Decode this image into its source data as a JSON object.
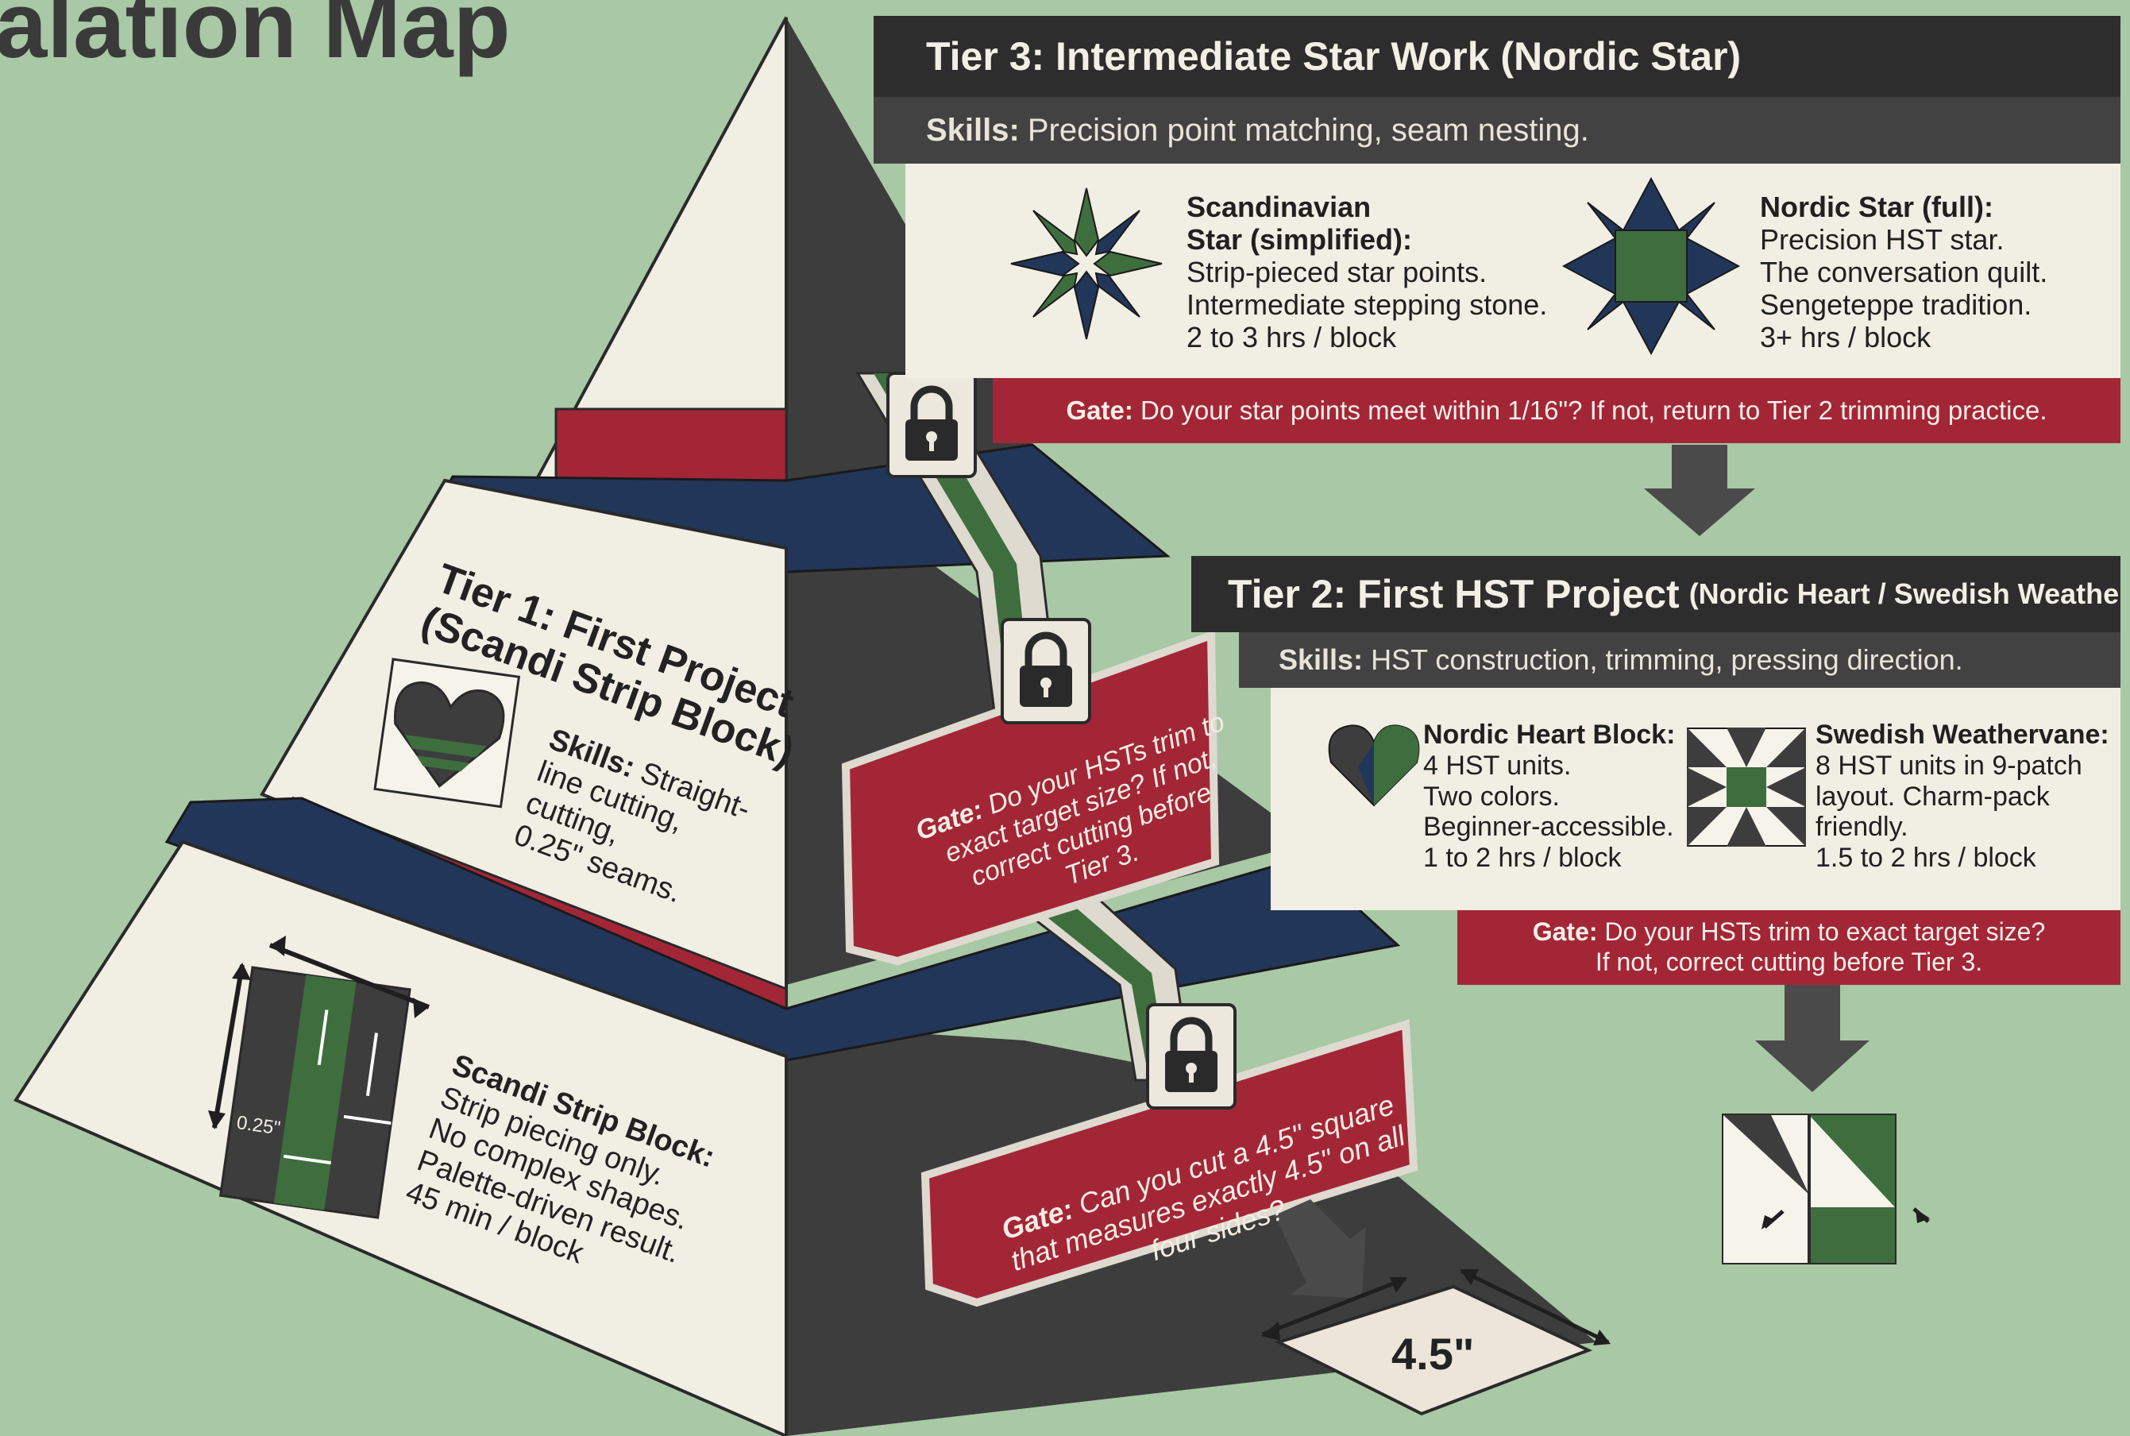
{
  "heading": "calation Map",
  "colors": {
    "background": "#a9c8a5",
    "cream": "#f1eee4",
    "charcoal": "#2d2d2d",
    "dark_grey": "#424242",
    "red": "#a32637",
    "green": "#3e6e3e",
    "navy": "#22365a"
  },
  "tier3": {
    "title": "Tier 3: Intermediate Star Work (Nordic Star)",
    "skills_label": "Skills:",
    "skills_text": "Precision point matching, seam nesting.",
    "block1": {
      "title": "Scandinavian Star (simplified):",
      "lines": [
        "Strip-pieced star points.",
        "Intermediate stepping stone.",
        "2 to 3 hrs / block"
      ]
    },
    "block2": {
      "title": "Nordic Star (full):",
      "lines": [
        "Precision HST star.",
        "The conversation quilt.",
        "Sengeteppe tradition.",
        "3+ hrs / block"
      ]
    },
    "gate_label": "Gate:",
    "gate_text": "Do your star points meet within 1/16\"? If not, return to Tier 2 trimming practice."
  },
  "tier2": {
    "title": "Tier 2: First HST Project",
    "title_sub": "(Nordic Heart / Swedish Weathervane)",
    "skills_label": "Skills:",
    "skills_text": "HST construction, trimming, pressing direction.",
    "block1": {
      "title": "Nordic Heart Block:",
      "lines": [
        "4 HST units.",
        "Two colors.",
        "Beginner-accessible.",
        "1 to 2 hrs / block"
      ]
    },
    "block2": {
      "title": "Swedish Weathervane:",
      "lines": [
        "8 HST units in 9-patch",
        "layout. Charm-pack",
        "friendly.",
        "1.5 to 2 hrs / block"
      ]
    },
    "gate_label": "Gate:",
    "gate_line1": "Do your HSTs trim to exact target size?",
    "gate_line2": "If not, correct cutting before Tier 3."
  },
  "pyramid": {
    "tier1_title_line1": "Tier 1: First Project",
    "tier1_title_line2": "(Scandi Strip Block)",
    "tier1_skills_label": "Skills:",
    "tier1_skills_lines": [
      "Straight-",
      "line cutting,",
      "cutting,",
      "0.25\" seams."
    ],
    "base_block_title": "Scandi Strip Block:",
    "base_block_lines": [
      "Strip piecing only.",
      "No complex shapes.",
      "Palette-driven result.",
      "45 min / block"
    ],
    "seam_label": "0.25\"",
    "gate_upper_label": "Gate:",
    "gate_upper_lines": [
      "Do your HSTs trim to",
      "exact target size? If not,",
      "correct cutting before",
      "Tier 3."
    ],
    "gate_lower_label": "Gate:",
    "gate_lower_lines": [
      "Can you cut a 4.5\" square",
      "that measures exactly 4.5\" on all",
      "four sides?"
    ],
    "square_label": "4.5\""
  },
  "icons": [
    "lock-icon",
    "scandinavian-star-icon",
    "nordic-star-icon",
    "nordic-heart-icon",
    "swedish-weathervane-icon",
    "hst-unit-icon",
    "scandi-strip-block-icon",
    "down-arrow-icon"
  ]
}
